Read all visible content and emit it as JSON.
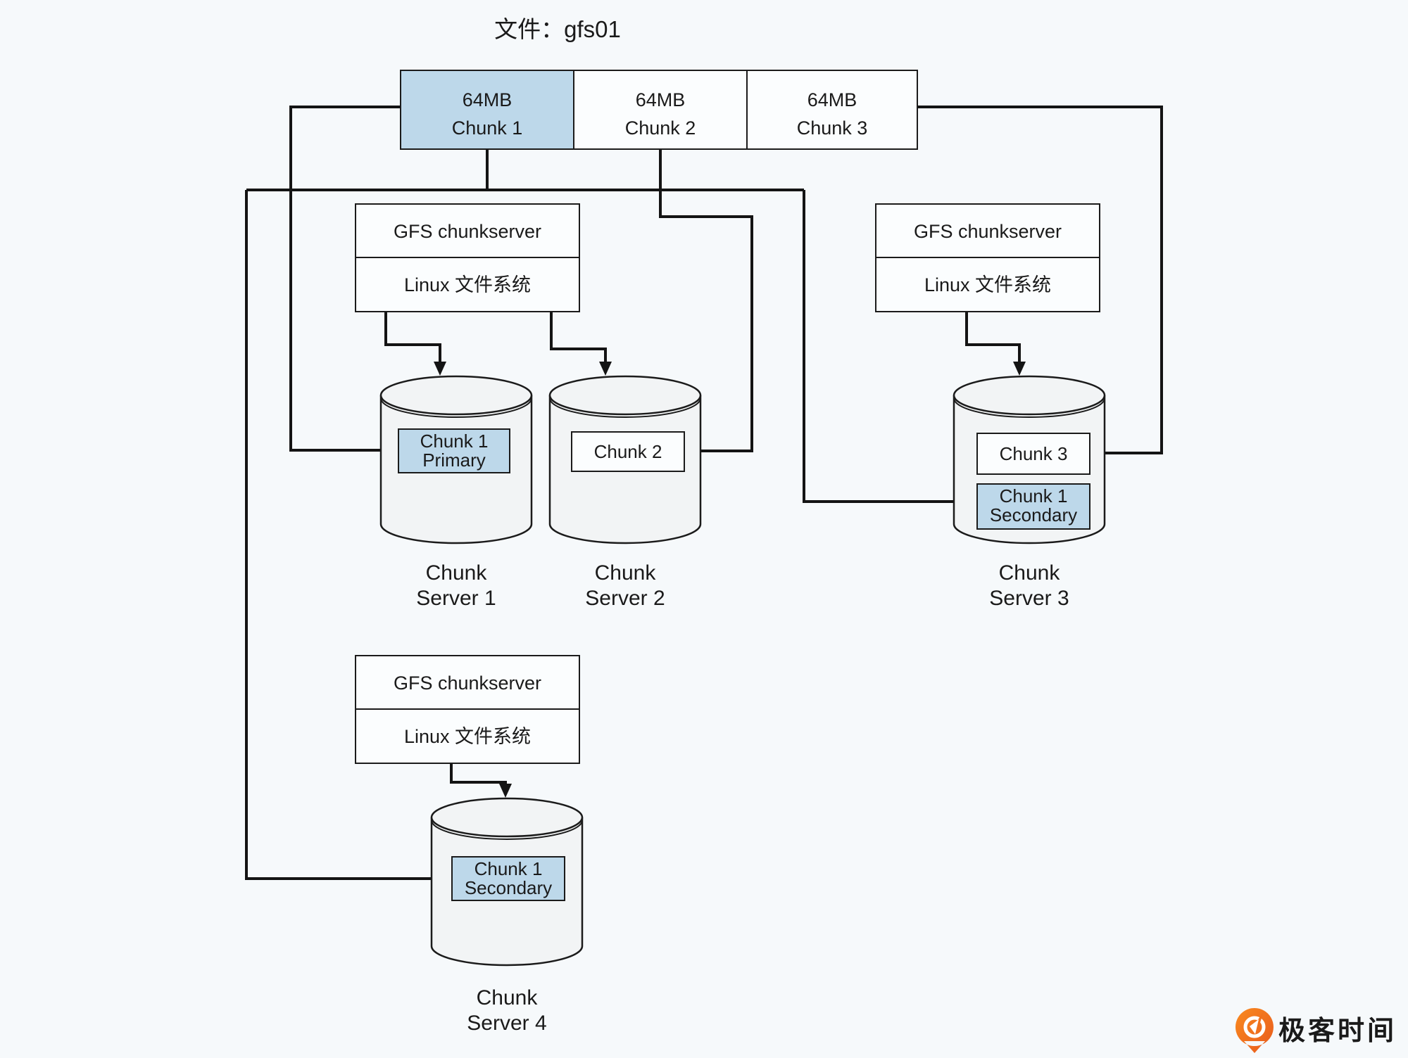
{
  "title": "文件：gfs01",
  "file_chunks": [
    {
      "size": "64MB",
      "label": "Chunk 1",
      "highlighted": true
    },
    {
      "size": "64MB",
      "label": "Chunk 2",
      "highlighted": false
    },
    {
      "size": "64MB",
      "label": "Chunk 3",
      "highlighted": false
    }
  ],
  "chunkserver_stack": {
    "row1": "GFS chunkserver",
    "row2": "Linux 文件系统"
  },
  "servers": {
    "server1": {
      "name_line1": "Chunk",
      "name_line2": "Server 1",
      "chunk": {
        "line1": "Chunk 1",
        "line2": "Primary",
        "highlighted": true
      }
    },
    "server2": {
      "name_line1": "Chunk",
      "name_line2": "Server 2",
      "chunk": {
        "line1": "Chunk 2",
        "highlighted": false
      }
    },
    "server3": {
      "name_line1": "Chunk",
      "name_line2": "Server 3",
      "chunk_top": {
        "line1": "Chunk 3",
        "highlighted": false
      },
      "chunk_bottom": {
        "line1": "Chunk 1",
        "line2": "Secondary",
        "highlighted": true
      }
    },
    "server4": {
      "name_line1": "Chunk",
      "name_line2": "Server 4",
      "chunk": {
        "line1": "Chunk 1",
        "line2": "Secondary",
        "highlighted": true
      }
    }
  },
  "logo": {
    "text": "极客时间"
  },
  "colors": {
    "background": "#f6f9fb",
    "highlight_blue": "#bdd8ea",
    "box_fill": "#fbfdfe",
    "cylinder_fill": "#f2f4f5",
    "line": "#141414",
    "logo_orange": "#f0711d",
    "logo_orange_dark": "#e85a1d",
    "logo_text": "#57585a"
  }
}
